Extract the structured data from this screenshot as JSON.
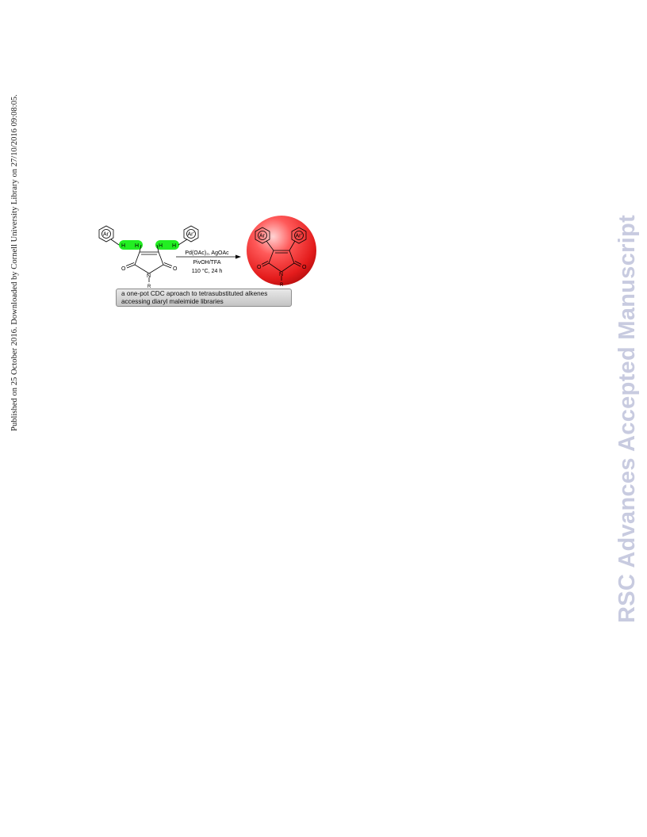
{
  "publication_note": "Published on 25 October 2016. Downloaded by Cornell University Library on 27/10/2016 09:08:05.",
  "watermark": "RSC Advances Accepted Manuscript",
  "scheme": {
    "reactant": {
      "ar_left": "Ar",
      "ar_right": "Ar'",
      "h_labels": [
        "H",
        "H",
        "H",
        "H"
      ],
      "o_left": "O",
      "o_right": "O",
      "n": "N",
      "r": "R"
    },
    "conditions": {
      "line1": "Pd(OAc)₂, AgOAc",
      "line2": "PivOH/TFA",
      "line3": "110 °C, 24 h"
    },
    "product": {
      "ar_left": "Ar",
      "ar_right": "Ar'",
      "o_left": "O",
      "o_right": "O",
      "n": "N",
      "r": "R"
    },
    "caption_line1": "a one-pot CDC aproach to tetrasubstituted alkenes",
    "caption_line2": "accessing diaryl maleimide libraries",
    "colors": {
      "highlight": "#22ee22",
      "product_sphere": "#ee1c24",
      "watermark": "#c8cbe0"
    }
  }
}
